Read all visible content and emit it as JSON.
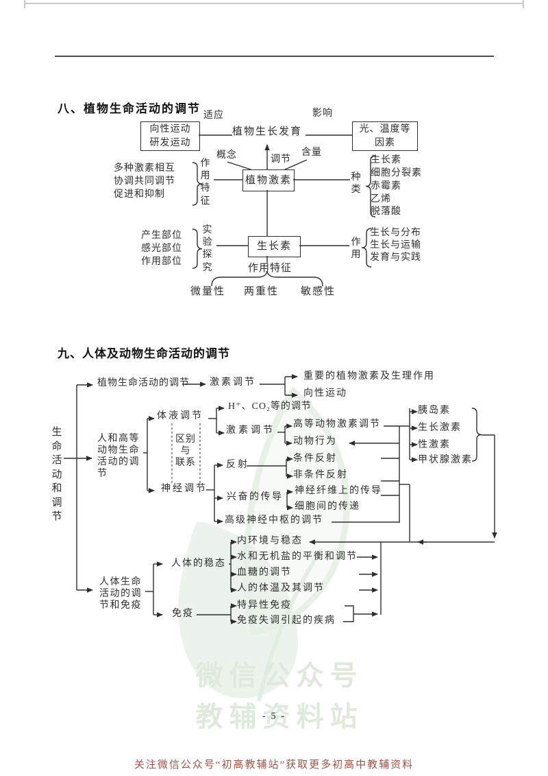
{
  "page": {
    "number": "- 5 -",
    "footer": "关注微信公众号“初高教辅站”获取更多初高中教辅资料"
  },
  "watermark": {
    "line1": "微信公众号",
    "line2": "教辅资料站"
  },
  "d1": {
    "title": "八、植物生命活动的调节",
    "box_movement": "向性运动\n研发运动",
    "lbl_adapt": "适应",
    "node_growth": "植物生长发育",
    "lbl_influence": "影响",
    "box_factors": "光、温度等\n因素",
    "lbl_concept": "概念",
    "lbl_regulate": "调节",
    "lbl_content": "含量",
    "box_hormone": "植物激素",
    "vt_action_feature": "作用特征",
    "blk_coordination": "多种激素相互\n协调共同调节\n促进和抑制",
    "vt_type": "种类",
    "types": [
      "生长素",
      "细胞分裂素",
      "赤霉素",
      "乙烯",
      "脱落酸"
    ],
    "box_auxin": "生长素",
    "vt_experiment": "实验探究",
    "blk_parts": "产生部位\n感光部位\n作用部位",
    "vt_function": "作用",
    "functions": [
      "生长与分布",
      "生长与运输",
      "发育与实践"
    ],
    "lbl_feature2": "作用特征",
    "features": [
      "微量性",
      "两重性",
      "敏感性"
    ]
  },
  "d2": {
    "title": "九、人体及动物生命活动的调节",
    "root": "生命活动和调节",
    "plant_reg": "植物生命活动的调节",
    "hormone_reg1": "激素调节",
    "important": "重要的植物激素及生理作用",
    "tropism": "向性运动",
    "human_animal": "人和高等\n动物生命\n活动的调\n节",
    "humoral": "体液调节",
    "neural": "神经调节",
    "diff": "区别\n与\n联系",
    "hco2": "H⁺、CO₂等的调节",
    "hormone_reg2": "激素调节",
    "adv_hormone": "高等动物激素调节",
    "behavior": "动物行为",
    "hormones": [
      "胰岛素",
      "生长激素",
      "性激素",
      "甲状腺激素"
    ],
    "reflex": "反射",
    "cond_reflex": "条件反射",
    "uncond_reflex": "非条件反射",
    "excite": "兴奋的传导",
    "fiber": "神经纤维上的传导",
    "cell_trans": "细胞间的传递",
    "advanced": "高级神经中枢的调节",
    "body_reg": "人体生命\n活动的调\n节和免疫",
    "homeostasis": "人体的稳态",
    "internal_env": "内环境与稳态",
    "water_salt": "水和无机盐的平衡和调节",
    "blood_sugar": "血糖的调节",
    "body_temp": "人的体温及其调节",
    "immunity": "免疫",
    "specific_imm": "特异性免疫",
    "imm_disease": "免疫失调引起的疾病"
  }
}
